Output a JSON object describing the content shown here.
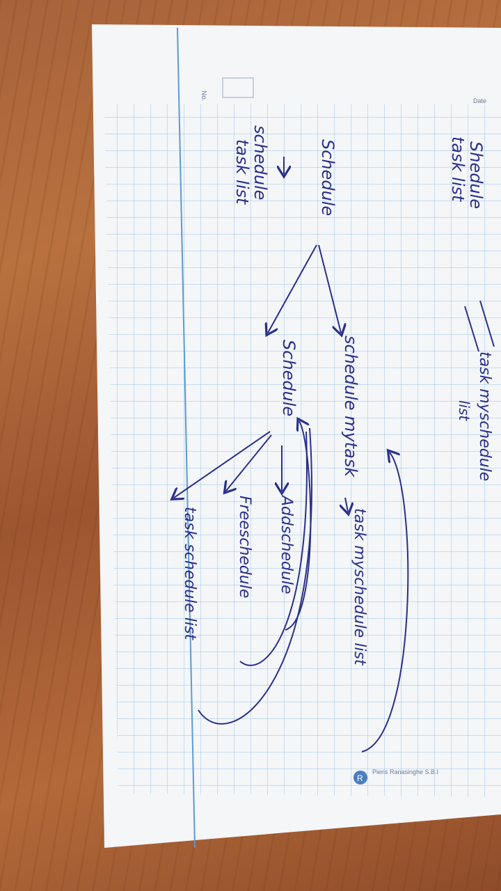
{
  "page_header": {
    "no_label": "No.",
    "date_label": "Date"
  },
  "notes": {
    "top_left": [
      "Shedule",
      "task list"
    ],
    "left_column": [
      "schedule",
      "task list"
    ],
    "root_node": "Schedule",
    "branch_upper": "schedule mytask",
    "branch_lower": "Schedule",
    "upper_target": "task myschedule list",
    "lower_targets": [
      "Addschedule",
      "Freeschedule",
      "task schedule list"
    ],
    "top_right": "task myschedule",
    "top_right_sub": "list"
  },
  "footer": {
    "brand_text": "Pieris Ranasinghe S.B.I"
  },
  "colors": {
    "ink": "#2a2f8a",
    "grid": "#9dc3e6",
    "margin_line": "#5b9bd5",
    "paper": "#f4f6f8",
    "table": "#a8623a"
  }
}
